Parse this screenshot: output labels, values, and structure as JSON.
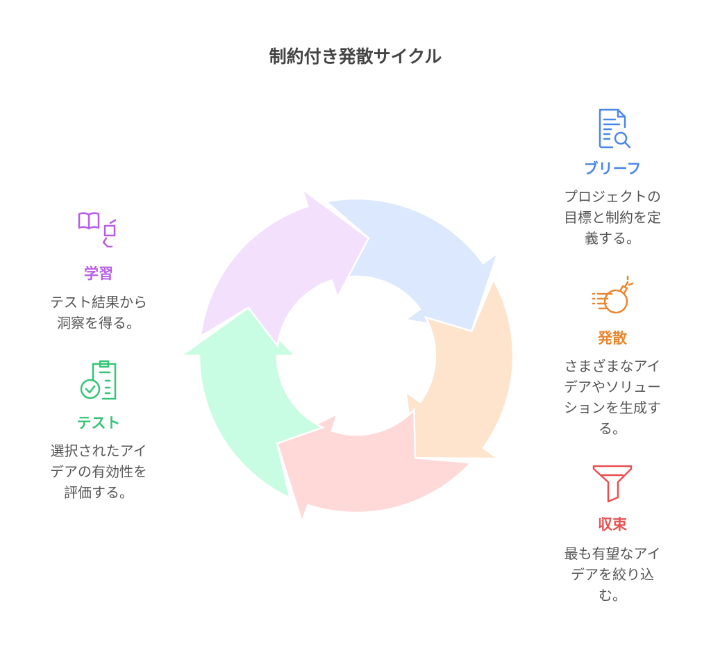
{
  "title": "制約付き発散サイクル",
  "colors": {
    "brief": "#4a87e8",
    "diverge": "#e8872f",
    "converge": "#e85050",
    "test": "#35c477",
    "learn": "#b85ee8",
    "brief_fill": "#dce8fd",
    "diverge_fill": "#fee3cd",
    "converge_fill": "#fed9d8",
    "test_fill": "#c9fde3",
    "learn_fill": "#f3e0fd"
  },
  "steps": {
    "brief": {
      "icon": "document-search-icon",
      "label": "ブリーフ",
      "lines": [
        "プロジェクトの",
        "目標と制約を定",
        "義する。"
      ]
    },
    "diverge": {
      "icon": "bomb-icon",
      "label": "発散",
      "lines": [
        "さまざまなアイ",
        "デアやソリュー",
        "ションを生成す",
        "る。"
      ]
    },
    "converge": {
      "icon": "funnel-icon",
      "label": "収束",
      "lines": [
        "最も有望なアイ",
        "デアを絞り込",
        "む。"
      ]
    },
    "test": {
      "icon": "clipboard-check-icon",
      "label": "テスト",
      "lines": [
        "選択されたアイ",
        "デアの有効性を",
        "評価する。"
      ]
    },
    "learn": {
      "icon": "book-speech-icon",
      "label": "学習",
      "lines": [
        "テスト結果から",
        "洞察を得る。"
      ]
    }
  }
}
